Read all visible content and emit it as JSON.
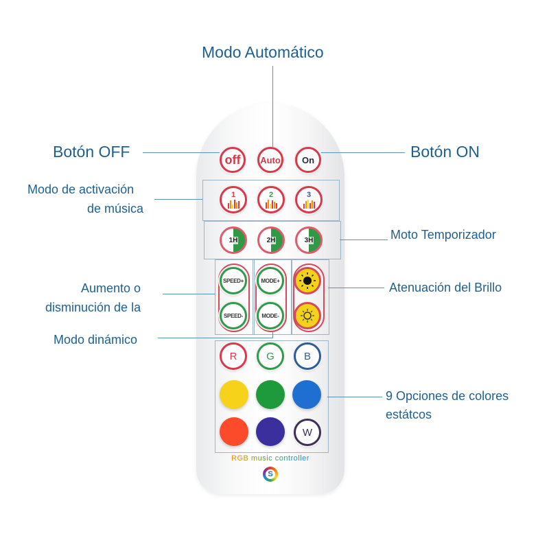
{
  "labels": {
    "auto_mode": "Modo Automático",
    "off_button": "Botón OFF",
    "on_button": "Botón ON",
    "music_line1": "Modo de activación",
    "music_line2": "de música",
    "timer": "Moto Temporizador",
    "speed_line1": "Aumento o",
    "speed_line2": "disminución de la",
    "brightness": "Atenuación del Brillo",
    "dynamic_mode": "Modo dinámico",
    "colors_line1": "9 Opciones de colores",
    "colors_line2": "estátcos"
  },
  "remote": {
    "off": "off",
    "auto": "Auto",
    "on": "On",
    "music": [
      "1",
      "2",
      "3"
    ],
    "timer": [
      "1H",
      "2H",
      "3H"
    ],
    "speed_up": "SPEED+",
    "speed_down": "SPEED-",
    "mode_up": "MODE+",
    "mode_down": "MODE-",
    "rgb": [
      "R",
      "G",
      "B"
    ],
    "white": "W",
    "brand": "RGB music controller",
    "logo": "S"
  },
  "colors": {
    "label_text": "#1f5f8f",
    "yellow": "#f7d21a",
    "green": "#1e9a3c",
    "blue": "#1f6fd1",
    "red": "#fb4b2b",
    "purple": "#3b2f9e"
  }
}
